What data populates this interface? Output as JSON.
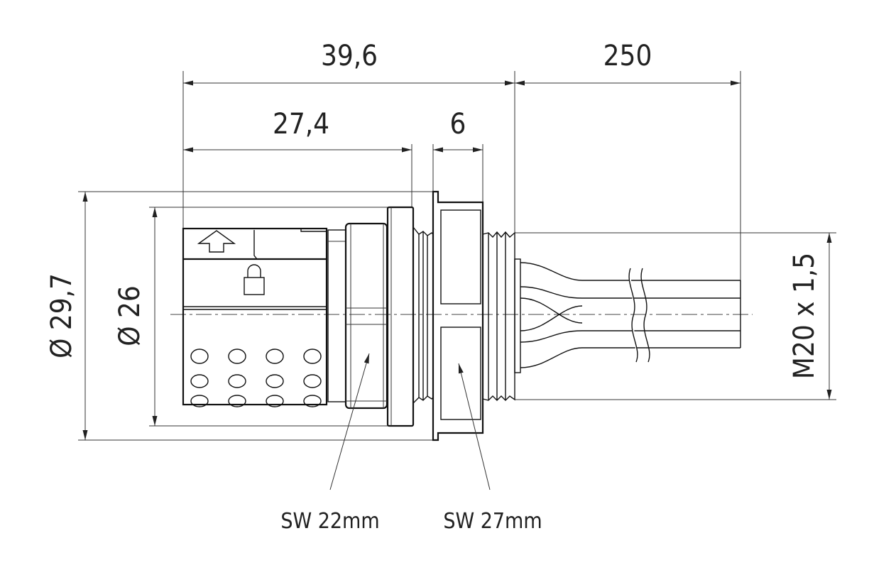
{
  "dimensions": {
    "overall_length": "39,6",
    "cable_length": "250",
    "front_length": "27,4",
    "panel_thickness": "6",
    "flange_diameter": "Ø 29,7",
    "body_diameter": "Ø 26",
    "thread": "M20 x 1,5"
  },
  "labels": {
    "wrench_size_1": "SW 22mm",
    "wrench_size_2": "SW 27mm"
  }
}
